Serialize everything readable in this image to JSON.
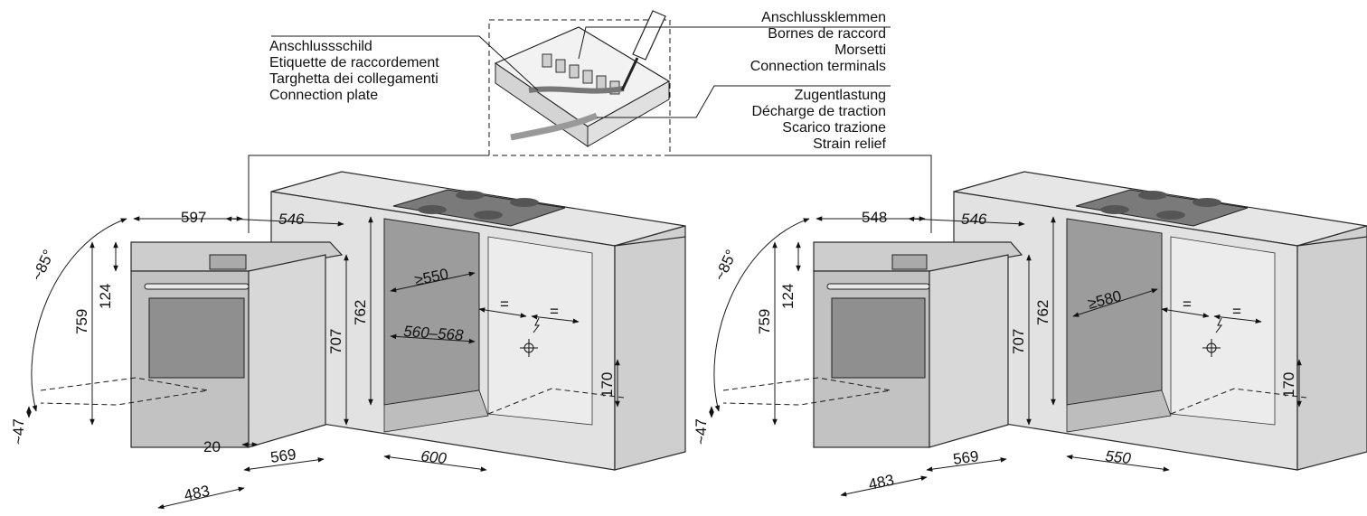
{
  "callouts": {
    "connection_plate": [
      "Anschlussschild",
      "Etiquette de raccordement",
      "Targhetta dei collegamenti",
      "Connection plate"
    ],
    "connection_terminals": [
      "Anschlussklemmen",
      "Bornes de raccord",
      "Morsetti",
      "Connection terminals"
    ],
    "strain_relief": [
      "Zugentlastung",
      "Décharge de traction",
      "Scarico trazione",
      "Strain relief"
    ]
  },
  "left_unit": {
    "width": "597",
    "top_depth": "546",
    "angle": "~85°",
    "front_height": "124",
    "height": "759",
    "body_height": "707",
    "cabinet_height": "762",
    "depth_min": "≥550",
    "niche_depth": "560–568",
    "equal_a": "=",
    "equal_b": "=",
    "socket_height": "170",
    "niche_width": "600",
    "offset": "20",
    "depth": "569",
    "base_width": "483",
    "drop": "~47"
  },
  "right_unit": {
    "width": "548",
    "top_depth": "546",
    "angle": "~85°",
    "front_height": "124",
    "height": "759",
    "body_height": "707",
    "cabinet_height": "762",
    "depth_min": "≥580",
    "equal_a": "=",
    "equal_b": "=",
    "socket_height": "170",
    "niche_width": "550",
    "depth": "569",
    "base_width": "483",
    "drop": "~47"
  },
  "colors": {
    "countertop": "#e6e6e6",
    "cabinet": "#d9d9d9",
    "oven_body": "#c8c8c8",
    "oven_glass": "#8f8f8f",
    "niche_wall": "#9c9c9c",
    "hob": "#7a7a7a"
  }
}
